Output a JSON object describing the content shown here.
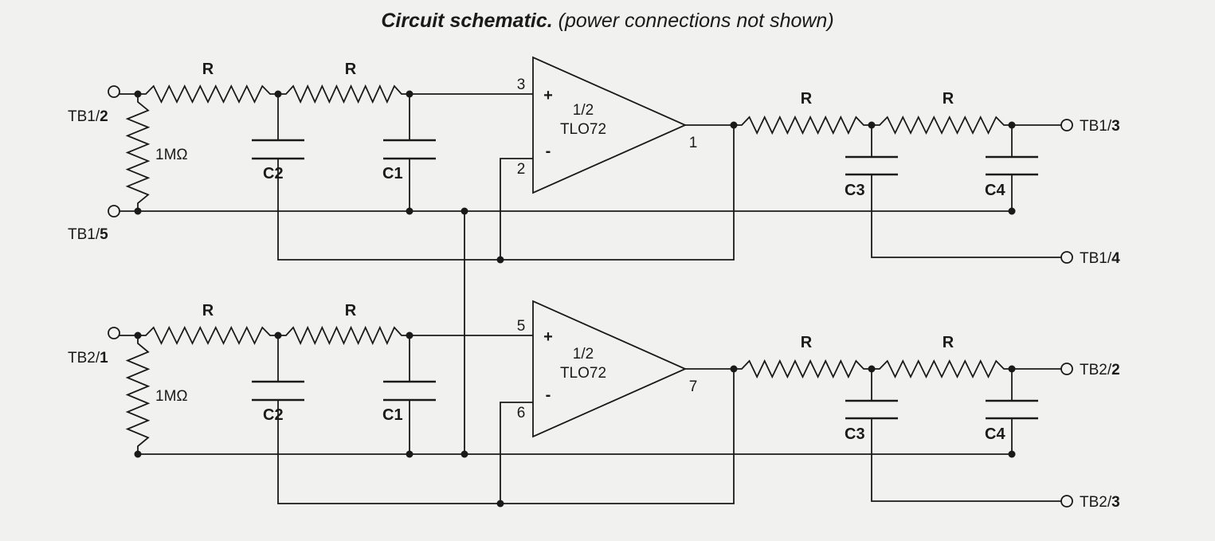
{
  "title": {
    "main": "Circuit schematic.",
    "sub": "(power connections not shown)"
  },
  "resistor_label": "R",
  "input_resistor_label": "1MΩ",
  "capacitors": {
    "c1": "C1",
    "c2": "C2",
    "c3": "C3",
    "c4": "C4"
  },
  "opamp": {
    "fraction": "1/2",
    "part": "TLO72",
    "plus": "+",
    "minus": "-"
  },
  "channels": [
    {
      "input_terminal": {
        "prefix": "TB1/",
        "num": "2"
      },
      "ground_terminal": {
        "prefix": "TB1/",
        "num": "5"
      },
      "pin_plus": "3",
      "pin_minus": "2",
      "pin_out": "1",
      "output_terminal": {
        "prefix": "TB1/",
        "num": "3"
      },
      "output2_terminal": {
        "prefix": "TB1/",
        "num": "4"
      }
    },
    {
      "input_terminal": {
        "prefix": "TB2/",
        "num": "1"
      },
      "ground_terminal": null,
      "pin_plus": "5",
      "pin_minus": "6",
      "pin_out": "7",
      "output_terminal": {
        "prefix": "TB2/",
        "num": "2"
      },
      "output2_terminal": {
        "prefix": "TB2/",
        "num": "3"
      }
    }
  ]
}
